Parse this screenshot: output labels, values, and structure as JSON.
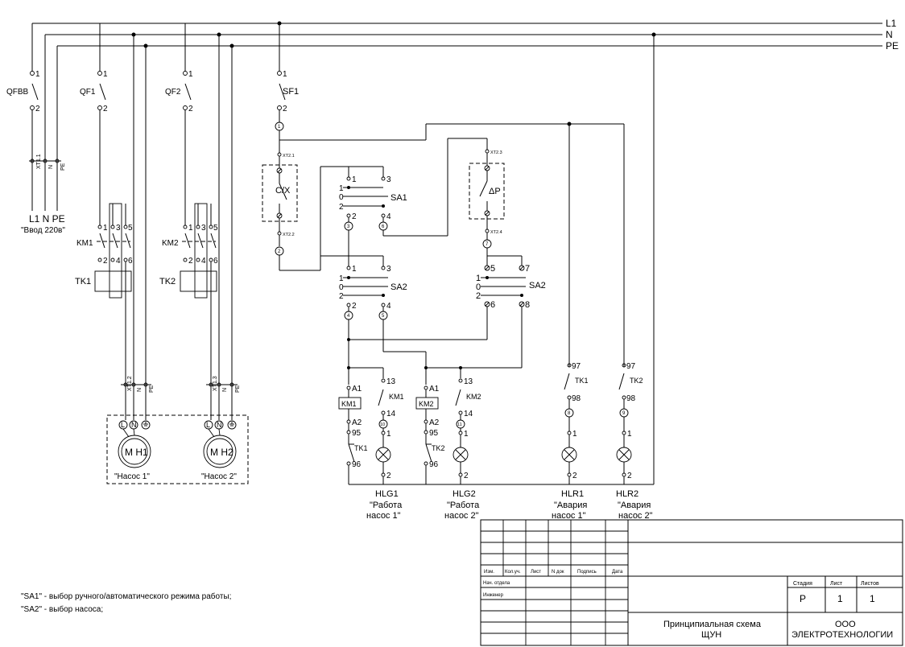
{
  "buses": {
    "l1": "L1",
    "n": "N",
    "pe": "PE"
  },
  "breakers": {
    "qfbb": {
      "name": "QFBB",
      "t1": "1",
      "t2": "2"
    },
    "qf1": {
      "name": "QF1",
      "t1": "1",
      "t2": "2"
    },
    "qf2": {
      "name": "QF2",
      "t1": "1",
      "t2": "2"
    },
    "sf1": {
      "name": "SF1",
      "t1": "1",
      "t2": "2"
    }
  },
  "input": {
    "xt": "XT1.1",
    "n": "N",
    "pe": "PE",
    "bus_labels": "L1 N PE",
    "title": "\"Ввод 220в\""
  },
  "contactors": {
    "km1": {
      "name": "KM1",
      "terms_top": [
        "1",
        "3",
        "5"
      ],
      "terms_bot": [
        "2",
        "4",
        "6"
      ]
    },
    "km2": {
      "name": "KM2",
      "terms_top": [
        "1",
        "3",
        "5"
      ],
      "terms_bot": [
        "2",
        "4",
        "6"
      ]
    }
  },
  "thermal": {
    "tk1": "TK1",
    "tk2": "TK2"
  },
  "motor_terminals": {
    "m1": {
      "xt": "XT1.2",
      "n": "N",
      "pe": "PE"
    },
    "m2": {
      "xt": "XT1.3",
      "n": "N",
      "pe": "PE"
    }
  },
  "motors": {
    "m1": {
      "name": "M H1",
      "caption": "\"Насос 1\"",
      "l": "L",
      "n": "N"
    },
    "m2": {
      "name": "M H2",
      "caption": "\"Насос 2\"",
      "l": "L",
      "n": "N"
    }
  },
  "wire_numbers": [
    "1",
    "2",
    "3",
    "4",
    "5",
    "6",
    "7",
    "8",
    "9",
    "10",
    "11"
  ],
  "xt2": {
    "t1": "XT2.1",
    "t2": "XT2.2",
    "t3": "XT2.3",
    "t4": "XT2.4"
  },
  "level_switches": {
    "cx": "С/Х",
    "dp": "ΔР"
  },
  "selectors": {
    "sa1": {
      "name": "SA1",
      "pos": [
        "1",
        "0",
        "2"
      ],
      "terms": [
        "1",
        "3",
        "2",
        "4"
      ]
    },
    "sa2_left": {
      "name": "SA2",
      "pos": [
        "1",
        "0",
        "2"
      ],
      "terms": [
        "1",
        "3",
        "2",
        "4"
      ]
    },
    "sa2_right": {
      "name": "SA2",
      "pos": [
        "1",
        "0",
        "2"
      ],
      "terms": [
        "5",
        "7",
        "6",
        "8"
      ]
    }
  },
  "coils": {
    "km1": {
      "name": "KM1",
      "a1": "A1",
      "a2": "A2"
    },
    "km2": {
      "name": "KM2",
      "a1": "A1",
      "a2": "A2"
    }
  },
  "aux_contacts": {
    "km1": {
      "name": "KM1",
      "t1": "13",
      "t2": "14"
    },
    "km2": {
      "name": "KM2",
      "t1": "13",
      "t2": "14"
    },
    "tk1_nc": {
      "name": "TK1",
      "t1": "95",
      "t2": "96"
    },
    "tk2_nc": {
      "name": "TK2",
      "t1": "95",
      "t2": "96"
    },
    "tk1_no": {
      "name": "TK1",
      "t1": "97",
      "t2": "98"
    },
    "tk2_no": {
      "name": "TK2",
      "t1": "97",
      "t2": "98"
    }
  },
  "lamp_terms": {
    "t1": "1",
    "t2": "2"
  },
  "lamps": [
    {
      "name": "HLG1",
      "line1": "\"Работа",
      "line2": "насос 1\""
    },
    {
      "name": "HLG2",
      "line1": "\"Работа",
      "line2": "насос 2\""
    },
    {
      "name": "HLR1",
      "line1": "\"Авария",
      "line2": "насос 1\""
    },
    {
      "name": "HLR2",
      "line1": "\"Авария",
      "line2": "насос 2\""
    }
  ],
  "notes": [
    "\"SA1\" - выбор ручного/автоматического режима работы;",
    "\"SA2\" - выбор насоса;"
  ],
  "title_block": {
    "cols": [
      "Изм.",
      "Кол.уч.",
      "Лист",
      "N док",
      "Подпись",
      "Дата"
    ],
    "rows": [
      "Нач. отдела",
      "Инженер"
    ],
    "stage_header": "Стадия",
    "sheet_header": "Лист",
    "sheets_header": "Листов",
    "stage": "Р",
    "sheet": "1",
    "sheets": "1",
    "doc_title_1": "Принципиальная схема",
    "doc_title_2": "ЩУН",
    "company_1": "ООО",
    "company_2": "ЭЛЕКТРОТЕХНОЛОГИИ"
  }
}
